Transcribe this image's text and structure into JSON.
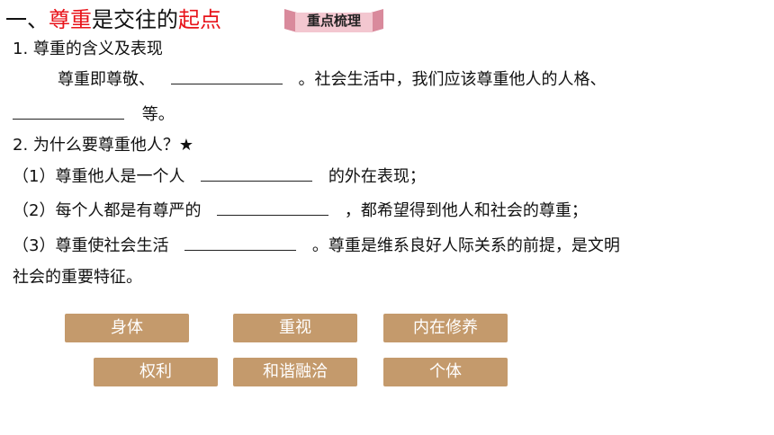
{
  "title": {
    "prefix": "一、",
    "red1": "尊重",
    "middle": "是交往的",
    "red2": "起点"
  },
  "badge": {
    "label": "重点梳理"
  },
  "section1": {
    "heading": "1. 尊重的含义及表现",
    "line1_a": "尊重即尊敬、",
    "line1_b": "。社会生活中，我们应该尊重他人的人格、",
    "line2_b": "等。"
  },
  "section2": {
    "heading": "2. 为什么要尊重他人？★",
    "item1_a": "（1）尊重他人是一个人",
    "item1_b": "的外在表现；",
    "item2_a": "（2）每个人都是有尊严的",
    "item2_b": "，都希望得到他人和社会的尊重；",
    "item3_a": "（3）尊重使社会生活",
    "item3_b": "。尊重是维系良好人际关系的前提，是文明",
    "item3_c": "社会的重要特征。"
  },
  "options": [
    "身体",
    "重视",
    "内在修养",
    "权利",
    "和谐融洽",
    "个体"
  ],
  "colors": {
    "red": "#e8141b",
    "chip": "#c49a6c",
    "badge": "#e8a7b4"
  }
}
